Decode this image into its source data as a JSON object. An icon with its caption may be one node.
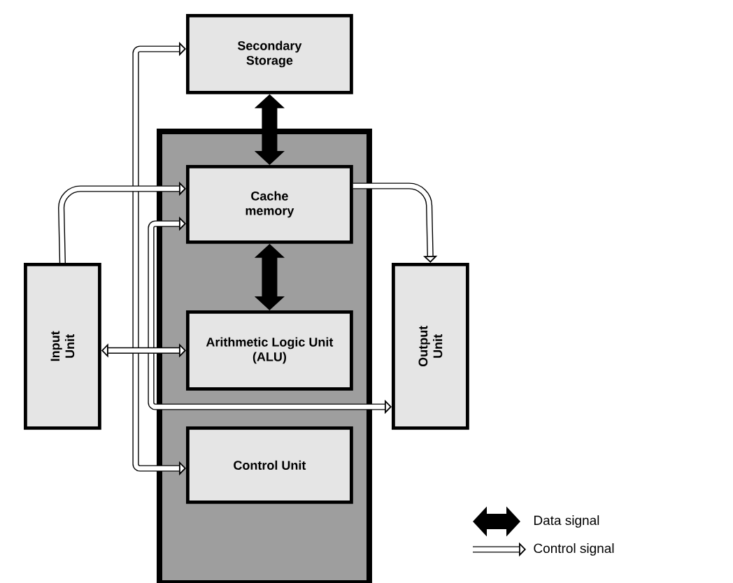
{
  "diagram": {
    "nodes": [
      {
        "text": [
          "Secondary Storage"
        ]
      },
      {
        "text": [],
        "shape": "box"
      },
      {
        "text": [
          "Cache memory"
        ],
        "in": 1
      },
      {
        "text": [
          "Arithmetic Logic Unit (ALU)"
        ],
        "in": 1
      },
      {
        "text": [
          "Control Unit"
        ],
        "in": 1
      },
      {
        "text": [
          "Input Unit"
        ]
      },
      {
        "text": [
          "Output Unit"
        ]
      }
    ],
    "edges": [
      {
        "from": 0,
        "to": 2,
        "arrow": "both",
        "style": "thick"
      },
      {
        "from": 2,
        "to": 3,
        "arrow": "both",
        "style": "thick"
      },
      {
        "from": 0,
        "to": 4,
        "arrow": "both"
      },
      {
        "from": 2,
        "to": 6,
        "arrow": "both"
      },
      {
        "from": 5,
        "to": 2,
        "arrow": "to"
      },
      {
        "from": 2,
        "to": 6,
        "arrow": "to"
      },
      {
        "from": 5,
        "to": 3,
        "arrow": "both"
      }
    ],
    "legend": [
      {
        "text": "Data signal"
      },
      {
        "text": "Control signal"
      }
    ]
  }
}
